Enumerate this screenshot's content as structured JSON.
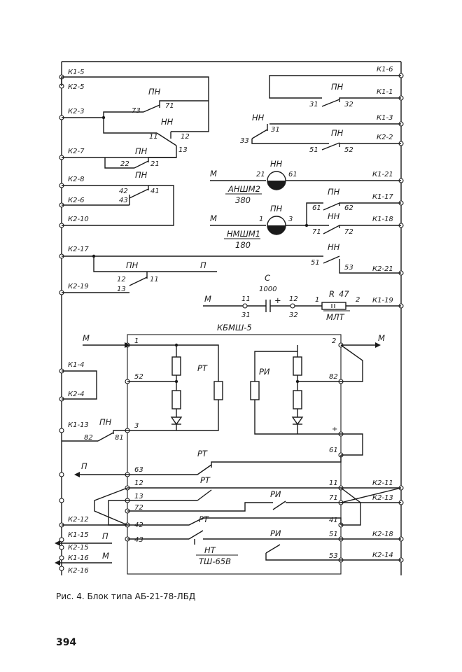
{
  "caption": "Рис. 4. Блок типа АБ-21-78-ЛБД",
  "page_number": "394",
  "terminals_left": [
    "К1-5",
    "К2-5",
    "К2-3",
    "К2-7",
    "К2-8",
    "К2-6",
    "К2-10",
    "К2-17",
    "К2-19",
    "К1-4",
    "К2-4",
    "К1-13",
    "К2-12",
    "К1-15",
    "К2-15",
    "К1-16",
    "К2-16"
  ],
  "terminals_right": [
    "К1-6",
    "К1-1",
    "К1-3",
    "К2-2",
    "К1-21",
    "К1-17",
    "К1-18",
    "К2-21",
    "К1-19",
    "К2-11",
    "К2-13",
    "К2-18",
    "К2-14"
  ],
  "contacts": {
    "pn": "ПН",
    "nn": "НН",
    "rt": "РТ",
    "ri": "РИ"
  },
  "pins": {
    "p73": "73",
    "p71": "71",
    "p11": "11",
    "p12": "12",
    "p13": "13",
    "p22": "22",
    "p21": "21",
    "p42": "42",
    "p43": "43",
    "p41": "41",
    "p31": "31",
    "p32": "32",
    "p33": "33",
    "p51": "51",
    "p52": "52",
    "p61": "61",
    "p62": "62",
    "p72": "72",
    "p53": "53",
    "p1": "1",
    "p3": "3",
    "p81": "81",
    "p82": "82",
    "p63": "63",
    "p2": "2",
    "plus": "+"
  },
  "elements": {
    "m": "М",
    "p": "П",
    "anshm": "АНШМ2",
    "anshm_val": "380",
    "nmshm": "НМШМ1",
    "nmshm_val": "180",
    "cap": "С",
    "cap_val": "1000",
    "res": "R",
    "res_val": "47",
    "mlt": "МЛТ",
    "kbmsh": "КБМШ-5",
    "nt": "НТ",
    "tsh": "ТШ-65В",
    "plus": "+"
  }
}
